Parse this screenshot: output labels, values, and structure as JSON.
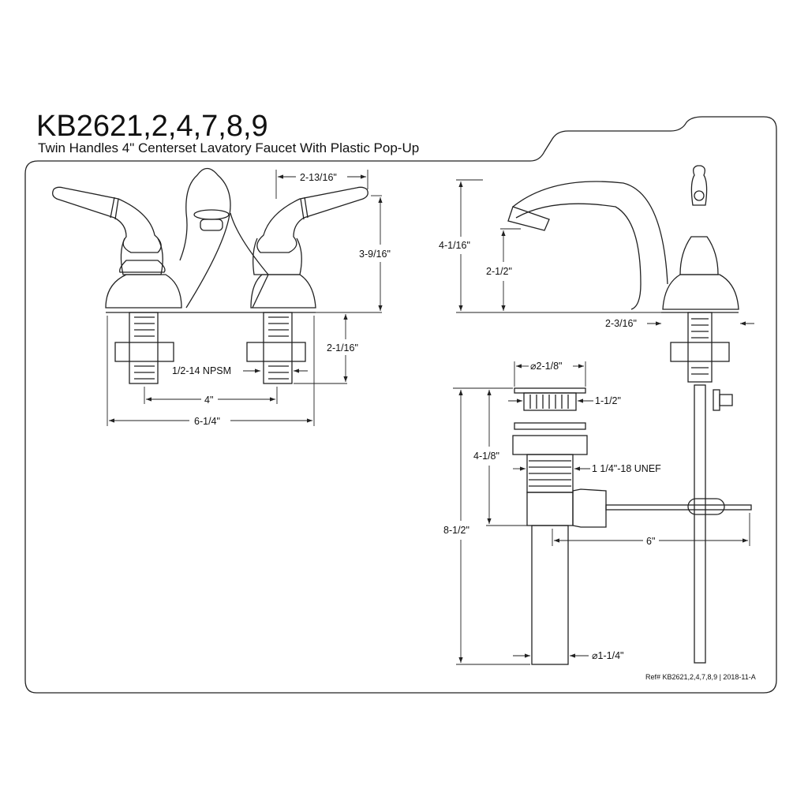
{
  "title": "KB2621,2,4,7,8,9",
  "subtitle": "Twin Handles 4\" Centerset Lavatory Faucet With Plastic Pop-Up",
  "dimensions": {
    "handle_reach": "2-13/16\"",
    "faucet_height": "3-9/16\"",
    "shank_length": "2-1/16\"",
    "shank_thread": "1/2-14 NPSM",
    "centers": "4\"",
    "overall_width": "6-1/4\"",
    "side_height": "4-1/16\"",
    "spout_height": "2-1/2\"",
    "spout_reach": "2-3/16\"",
    "drain_flange_dia": "⌀2-1/8\"",
    "drain_body_dia": "1-1/2\"",
    "drain_upper_height": "4-1/8\"",
    "drain_thread": "1 1/4\"-18 UNEF",
    "drain_total_height": "8-1/2\"",
    "rod_length": "6\"",
    "tailpiece_dia": "⌀1-1/4\""
  },
  "ref": "Ref# KB2621,2,4,7,8,9 | 2018-11-A"
}
